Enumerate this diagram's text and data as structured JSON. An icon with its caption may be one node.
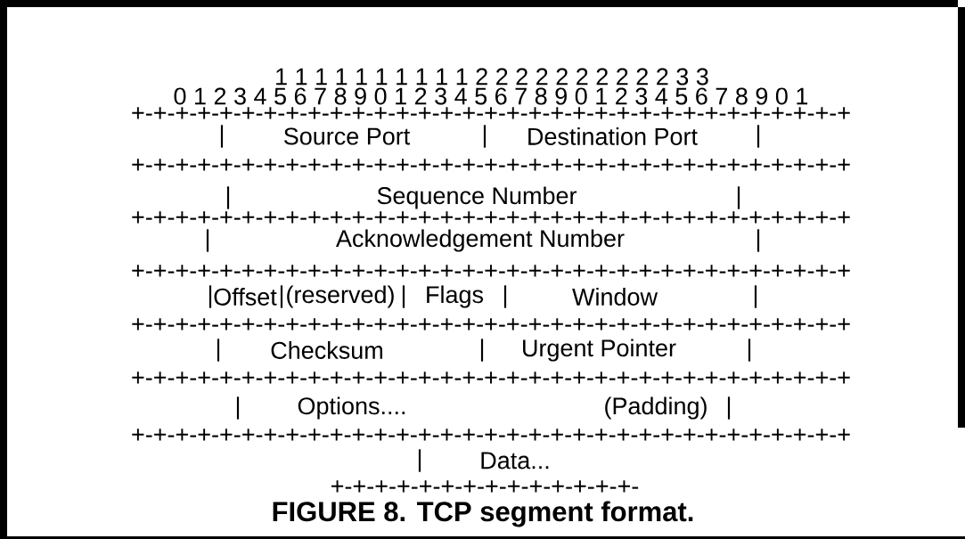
{
  "diagram": {
    "caption": "FIGURE 8. TCP segment format.",
    "labels": [
      "1 1 1 1 1 1 1 1 1 1 2 2 2 2 2 2 2 2 2 2 3 3",
      "0 1 2 3 4 5 6 7 8 9 0 1 2 3 4 5 6 7 8 9 0 1 2 3 4 5 6 7 8 9 0 1",
      "+-+-+-+-+-+-+-+-+-+-+-+-+-+-+-+-+-+-+-+-+-+-+-+-+-+-+-+-+-+-+-+-+",
      "|",
      "Source Port",
      "|",
      "Destination Port",
      "|",
      "+-+-+-+-+-+-+-+-+-+-+-+-+-+-+-+-+-+-+-+-+-+-+-+-+-+-+-+-+-+-+-+-+",
      "|",
      "Sequence Number",
      "|",
      "+-+-+-+-+-+-+-+-+-+-+-+-+-+-+-+-+-+-+-+-+-+-+-+-+-+-+-+-+-+-+-+-+",
      "|",
      "Acknowledgement Number",
      "|",
      "+-+-+-+-+-+-+-+-+-+-+-+-+-+-+-+-+-+-+-+-+-+-+-+-+-+-+-+-+-+-+-+-+",
      "|",
      "Offset",
      "|",
      "(reserved)",
      "|",
      "Flags",
      "|",
      "Window",
      "|",
      "+-+-+-+-+-+-+-+-+-+-+-+-+-+-+-+-+-+-+-+-+-+-+-+-+-+-+-+-+-+-+-+-+",
      "|",
      "Checksum",
      "|",
      "Urgent Pointer",
      "|",
      "+-+-+-+-+-+-+-+-+-+-+-+-+-+-+-+-+-+-+-+-+-+-+-+-+-+-+-+-+-+-+-+-+",
      "|",
      "Options....",
      "(Padding)",
      "|",
      "+-+-+-+-+-+-+-+-+-+-+-+-+-+-+-+-+-+-+-+-+-+-+-+-+-+-+-+-+-+-+-+-+",
      "|",
      "Data...",
      "+-+-+-+-+-+-+-+-+-+-+-+-+-+-"
    ]
  }
}
